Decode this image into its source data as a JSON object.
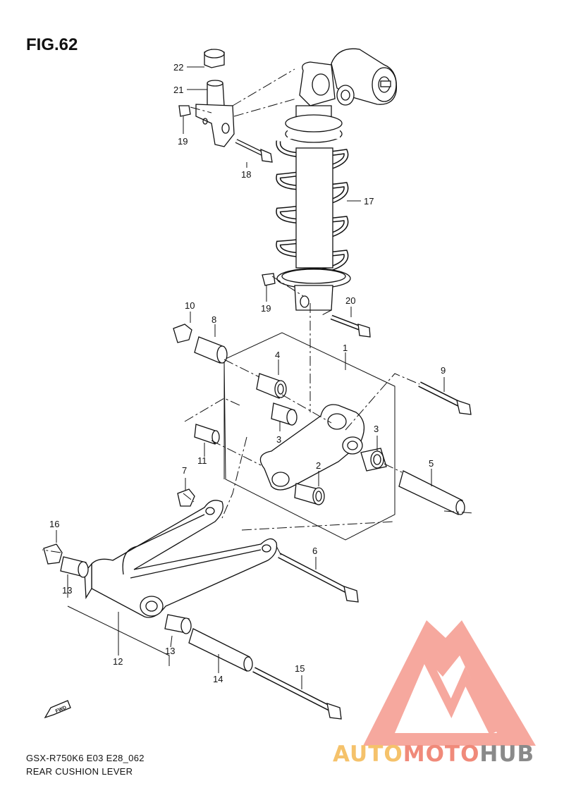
{
  "figure": {
    "title": "FIG.62"
  },
  "footer": {
    "model_code": "GSX-R750K6 E03 E28_062",
    "caption": "REAR CUSHION LEVER"
  },
  "direction_label": "FWD",
  "watermark": {
    "part1": "AUTO",
    "part2": "MOTO",
    "part3": "HUB",
    "colors": {
      "auto": "#f5c26b",
      "moto": "#f08a7a",
      "hub": "#8a8a8a",
      "triangle": "#f08a7a"
    }
  },
  "callouts": {
    "c1": "1",
    "c2": "2",
    "c3a": "3",
    "c3b": "3",
    "c4": "4",
    "c5": "5",
    "c6": "6",
    "c7": "7",
    "c8": "8",
    "c9": "9",
    "c10": "10",
    "c11": "11",
    "c12": "12",
    "c13a": "13",
    "c13b": "13",
    "c14": "14",
    "c15": "15",
    "c16": "16",
    "c17": "17",
    "c18": "18",
    "c19a": "19",
    "c19b": "19",
    "c20": "20",
    "c21": "21",
    "c22": "22"
  }
}
